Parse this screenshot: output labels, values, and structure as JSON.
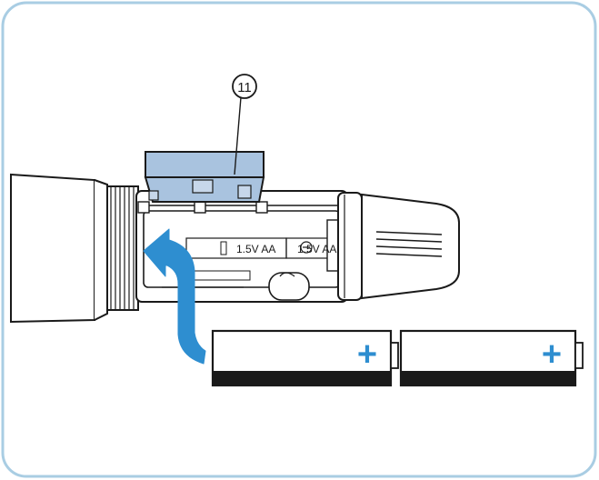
{
  "callout": {
    "label": "11"
  },
  "compartment": {
    "label_left": "1.5V AA",
    "label_right": "1.5V AA"
  },
  "batteries": [
    {
      "polarity": "+"
    },
    {
      "polarity": "+"
    }
  ],
  "colors": {
    "frame_border": "#a9cde3",
    "accent_blue": "#2e8ed0",
    "cover_blue": "#a9c3df",
    "outline": "#1a1a1a"
  }
}
